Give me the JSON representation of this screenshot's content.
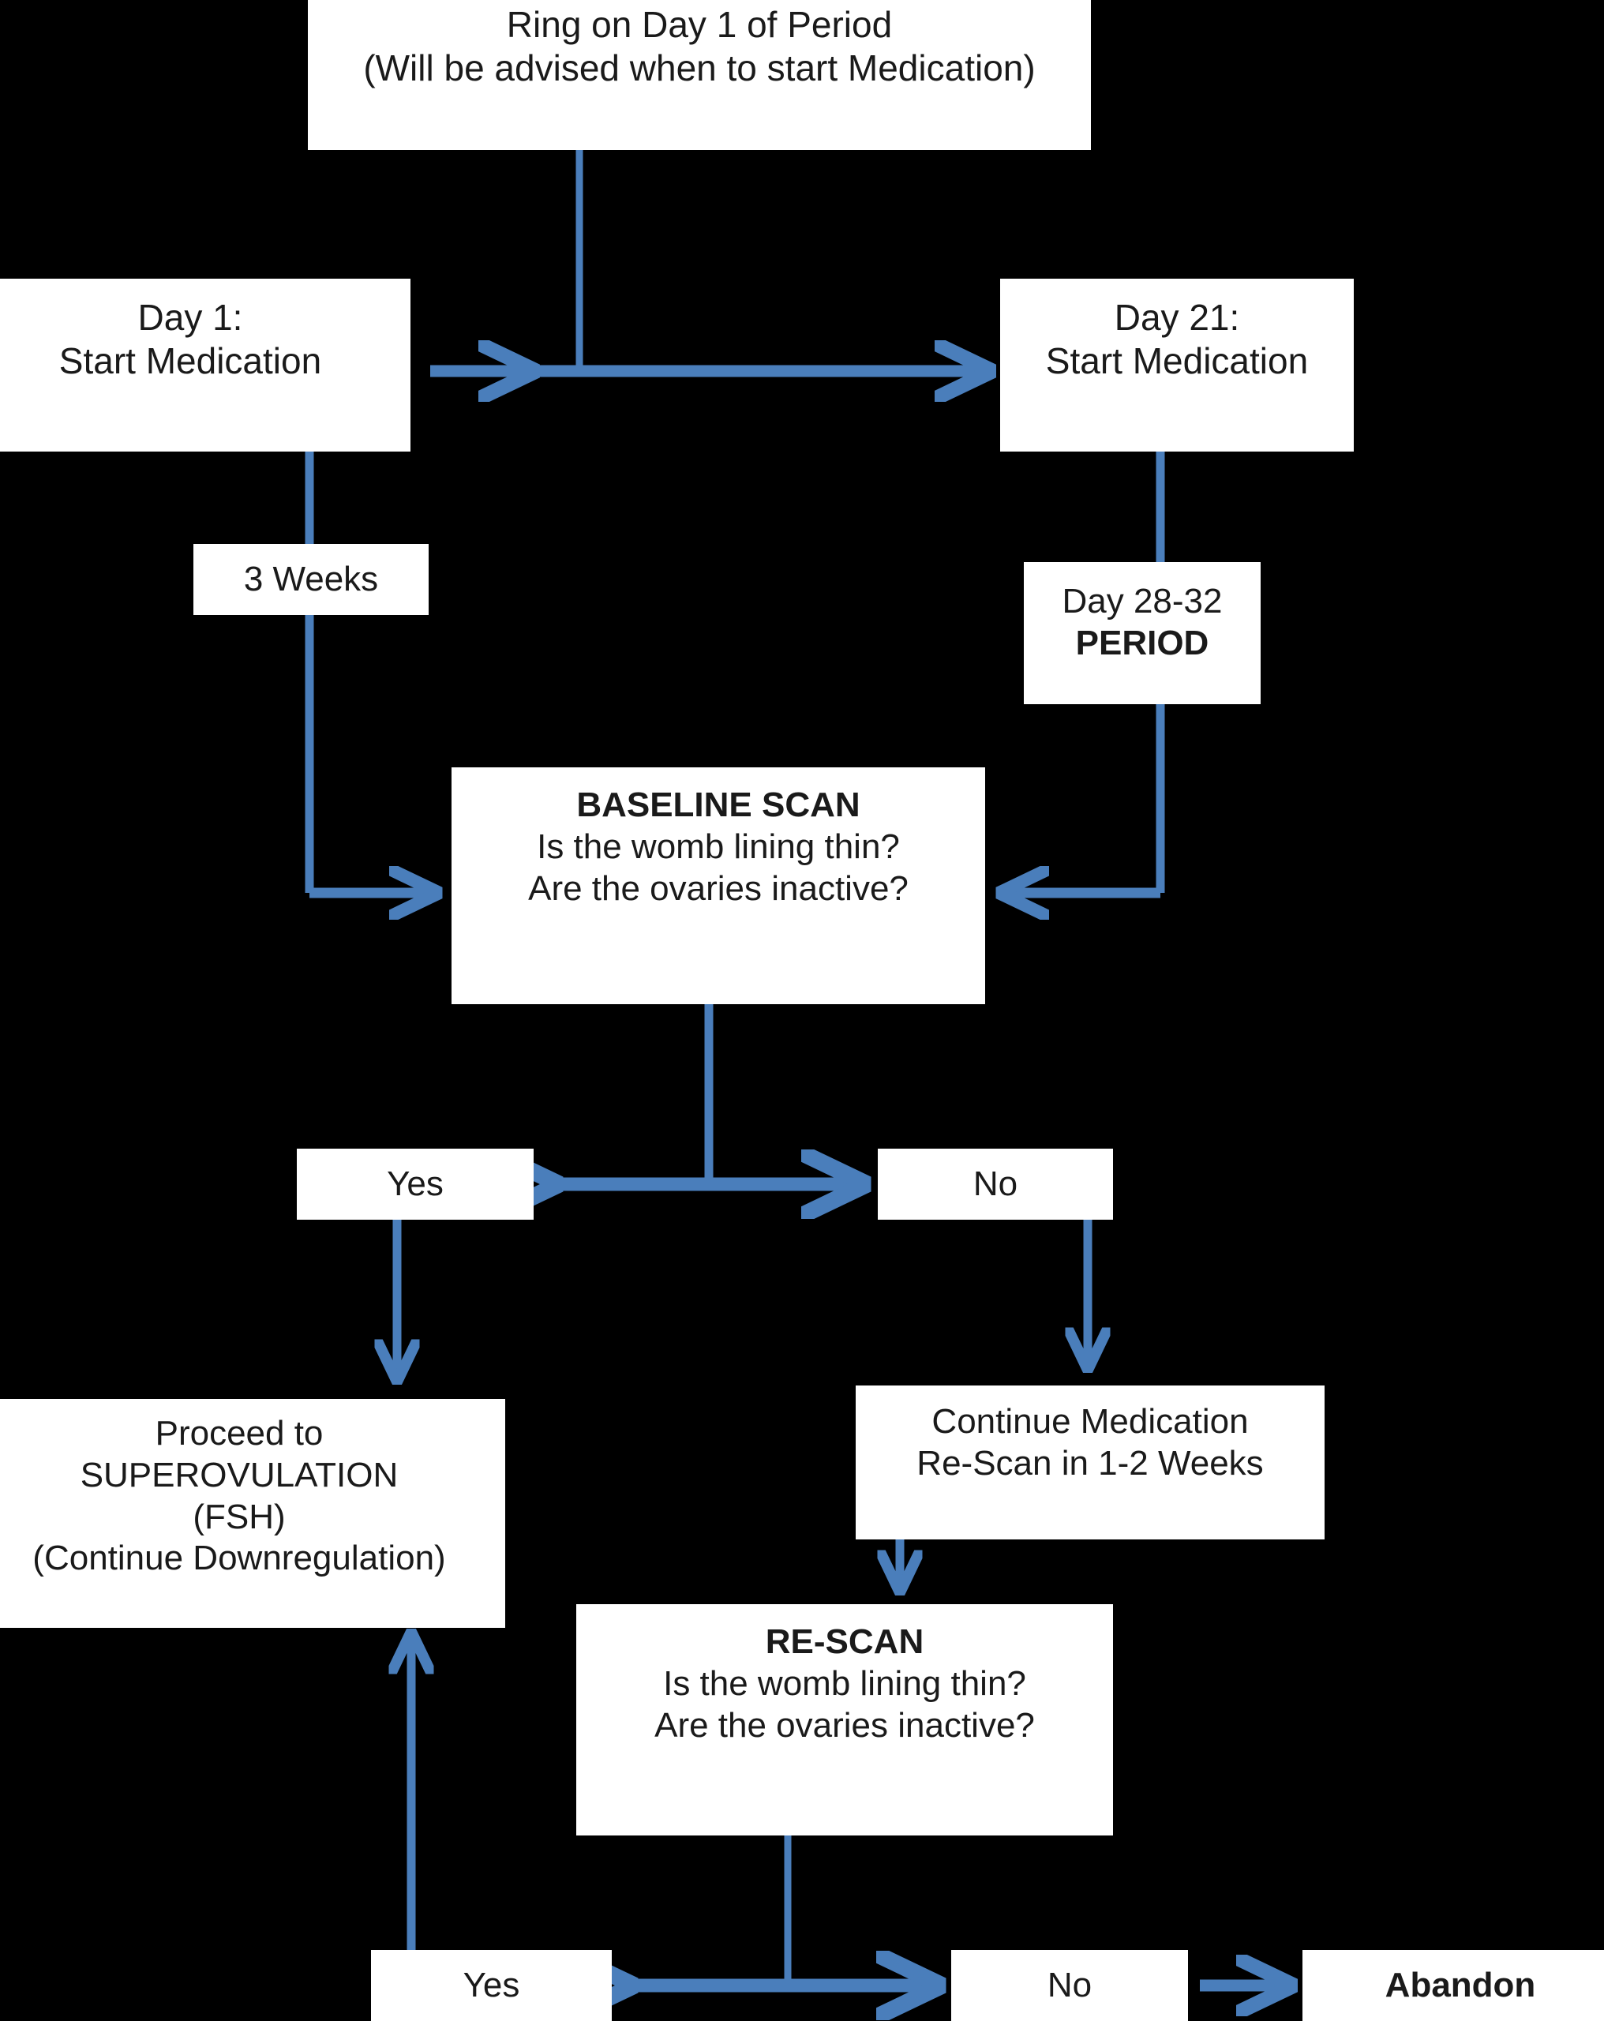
{
  "diagram": {
    "title": "Downregulation Protocol Flowchart",
    "background_color": "#000000",
    "node_fill_color": "#FFFFFF",
    "node_text_color": "#1A1A1A",
    "connector_color": "#4A7EBB"
  },
  "nodes": {
    "ring": {
      "line1": "Ring on Day 1 of Period",
      "line2": "(Will be advised when to start Medication)"
    },
    "day1": {
      "line1": "Day 1:",
      "line2": "Start Medication"
    },
    "day21": {
      "line1": "Day 21:",
      "line2": "Start Medication"
    },
    "three_weeks": {
      "line1": "3 Weeks"
    },
    "period": {
      "line1": "Day 28-32",
      "line2": "PERIOD"
    },
    "baseline_scan": {
      "line1": "BASELINE SCAN",
      "line2": "Is the womb lining thin?",
      "line3": "Are the ovaries inactive?"
    },
    "yes_baseline": {
      "line1": "Yes"
    },
    "no_baseline": {
      "line1": "No"
    },
    "superovulation": {
      "line1": "Proceed to",
      "line2": "SUPEROVULATION",
      "line3": "(FSH)",
      "line4": "(Continue Downregulation)"
    },
    "continue_medication": {
      "line1": "Continue Medication",
      "line2": "Re-Scan in 1-2 Weeks"
    },
    "rescan": {
      "line1": "RE-SCAN",
      "line2": "Is the womb lining thin?",
      "line3": "Are the ovaries inactive?"
    },
    "yes_rescan": {
      "line1": "Yes"
    },
    "no_rescan": {
      "line1": "No"
    },
    "abandon": {
      "line1": "Abandon"
    }
  }
}
